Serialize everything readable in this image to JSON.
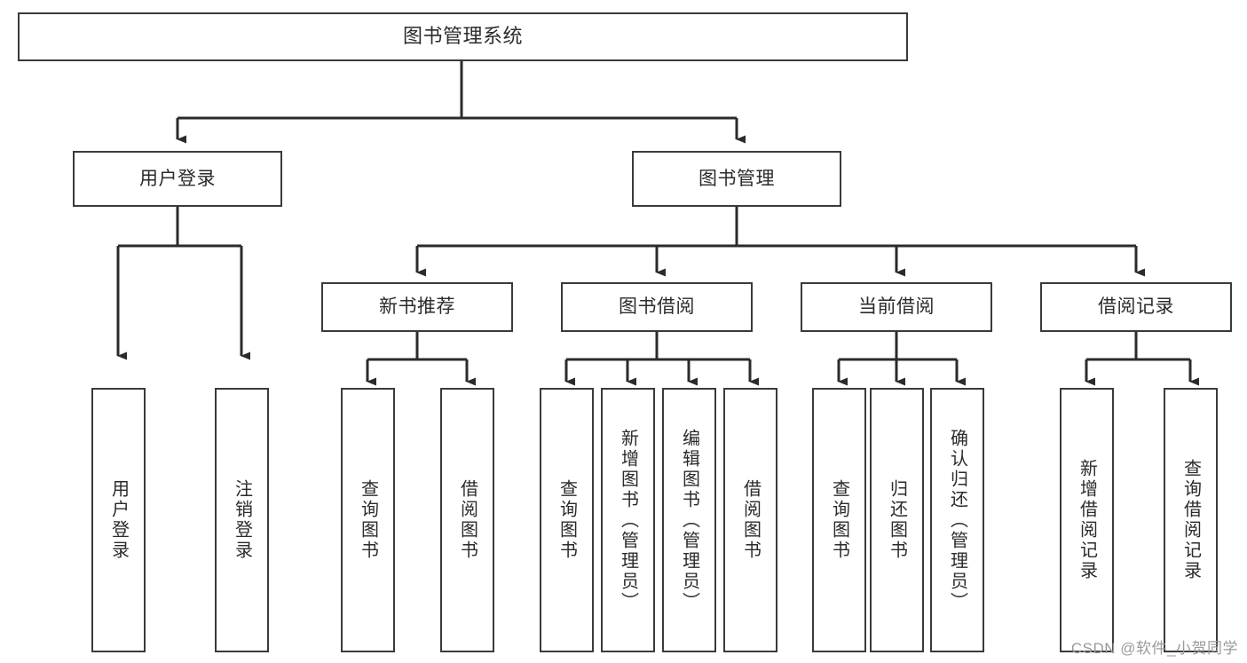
{
  "diagram": {
    "title": "图书管理系统",
    "type": "hierarchy-tree",
    "watermark": "CSDN @软件_小贺同学",
    "colors": {
      "box_border": "#3a3a3a",
      "box_fill": "#ffffff",
      "connector": "#2b2b2b",
      "text": "#2b2b2b",
      "watermark": "#9a9a9a",
      "background": "#ffffff"
    },
    "nodes": {
      "root": {
        "label": "图书管理系统"
      },
      "level1": [
        {
          "label": "用户登录"
        },
        {
          "label": "图书管理"
        }
      ],
      "level2": [
        {
          "label": "新书推荐"
        },
        {
          "label": "图书借阅"
        },
        {
          "label": "当前借阅"
        },
        {
          "label": "借阅记录"
        }
      ],
      "leaves_user_login": [
        {
          "label": "用户登录"
        },
        {
          "label": "注销登录"
        }
      ],
      "leaves_new_book": [
        {
          "label": "查询图书"
        },
        {
          "label": "借阅图书"
        }
      ],
      "leaves_borrow": [
        {
          "label": "查询图书"
        },
        {
          "label": "新增图书（管理员）"
        },
        {
          "label": "编辑图书（管理员）"
        },
        {
          "label": "借阅图书"
        }
      ],
      "leaves_current": [
        {
          "label": "查询图书"
        },
        {
          "label": "归还图书"
        },
        {
          "label": "确认归还（管理员）"
        }
      ],
      "leaves_record": [
        {
          "label": "新增借阅记录"
        },
        {
          "label": "查询借阅记录"
        }
      ]
    }
  }
}
